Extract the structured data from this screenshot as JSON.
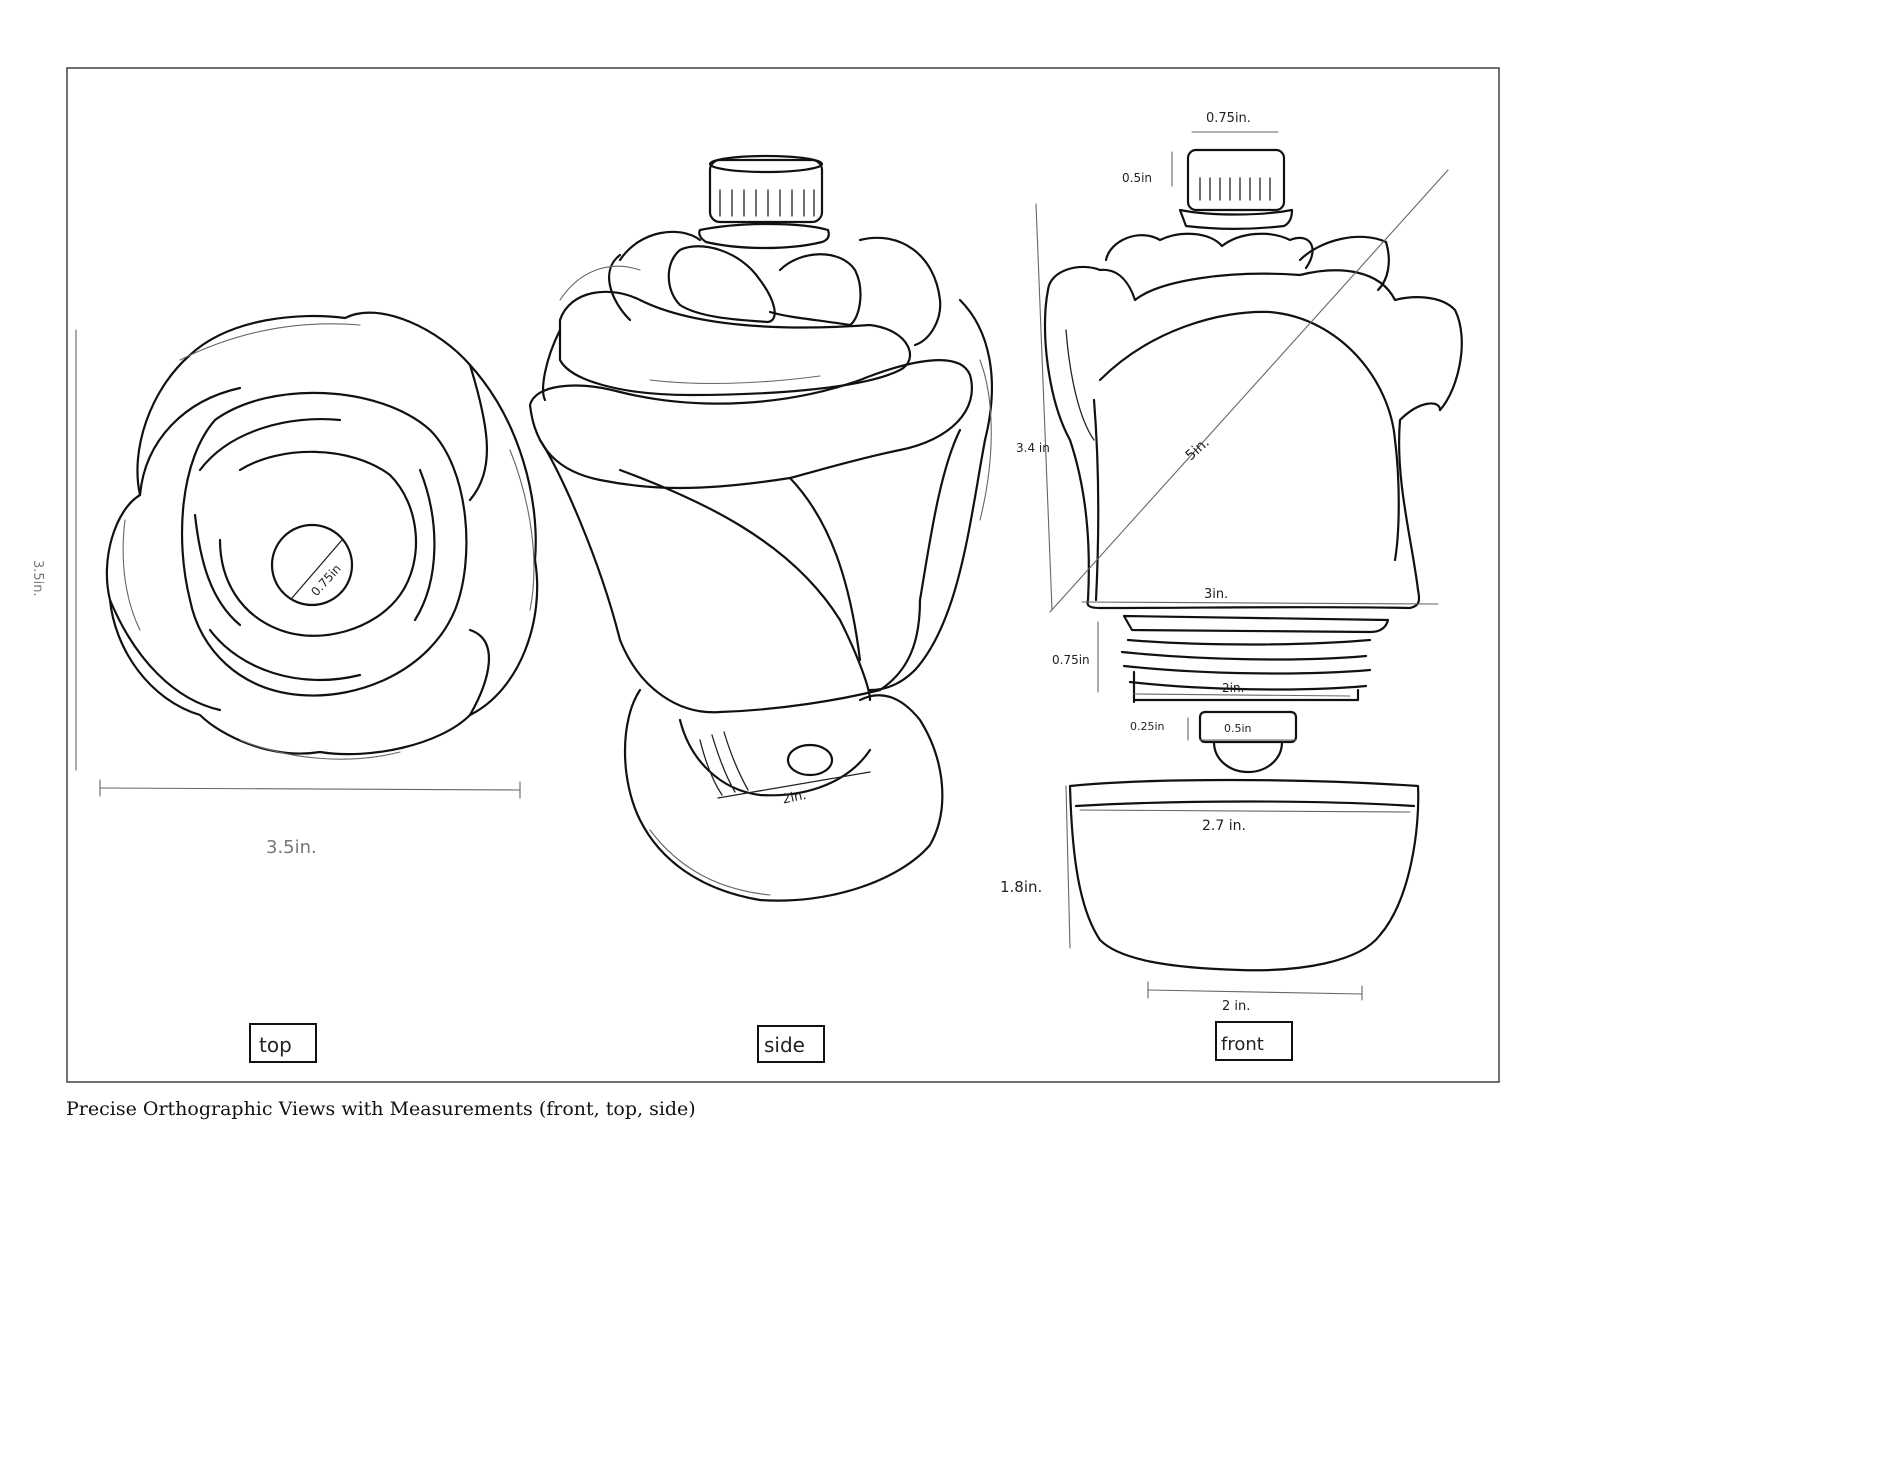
{
  "caption": "Precise Orthographic Views with Measurements (front, top, side)",
  "views": {
    "top": {
      "label": "top",
      "dim_width": "3.5in.",
      "dim_center": "0.75in",
      "dim_height": "3.5in."
    },
    "side": {
      "label": "side",
      "dim_base": "2in."
    },
    "front": {
      "label": "front",
      "dim_cap_width": "0.75in.",
      "dim_cap_height": "0.5in",
      "dim_body_height": "3.4 in",
      "dim_diagonal": "5in.",
      "dim_body_width": "3in.",
      "dim_thread_height": "0.75in",
      "dim_thread_width": "2in.",
      "dim_tip_height": "0.25in",
      "dim_tip_width": "0.5in",
      "dim_base_width": "2.7 in.",
      "dim_base_height": "1.8in.",
      "dim_base_bottom": "2 in."
    }
  }
}
